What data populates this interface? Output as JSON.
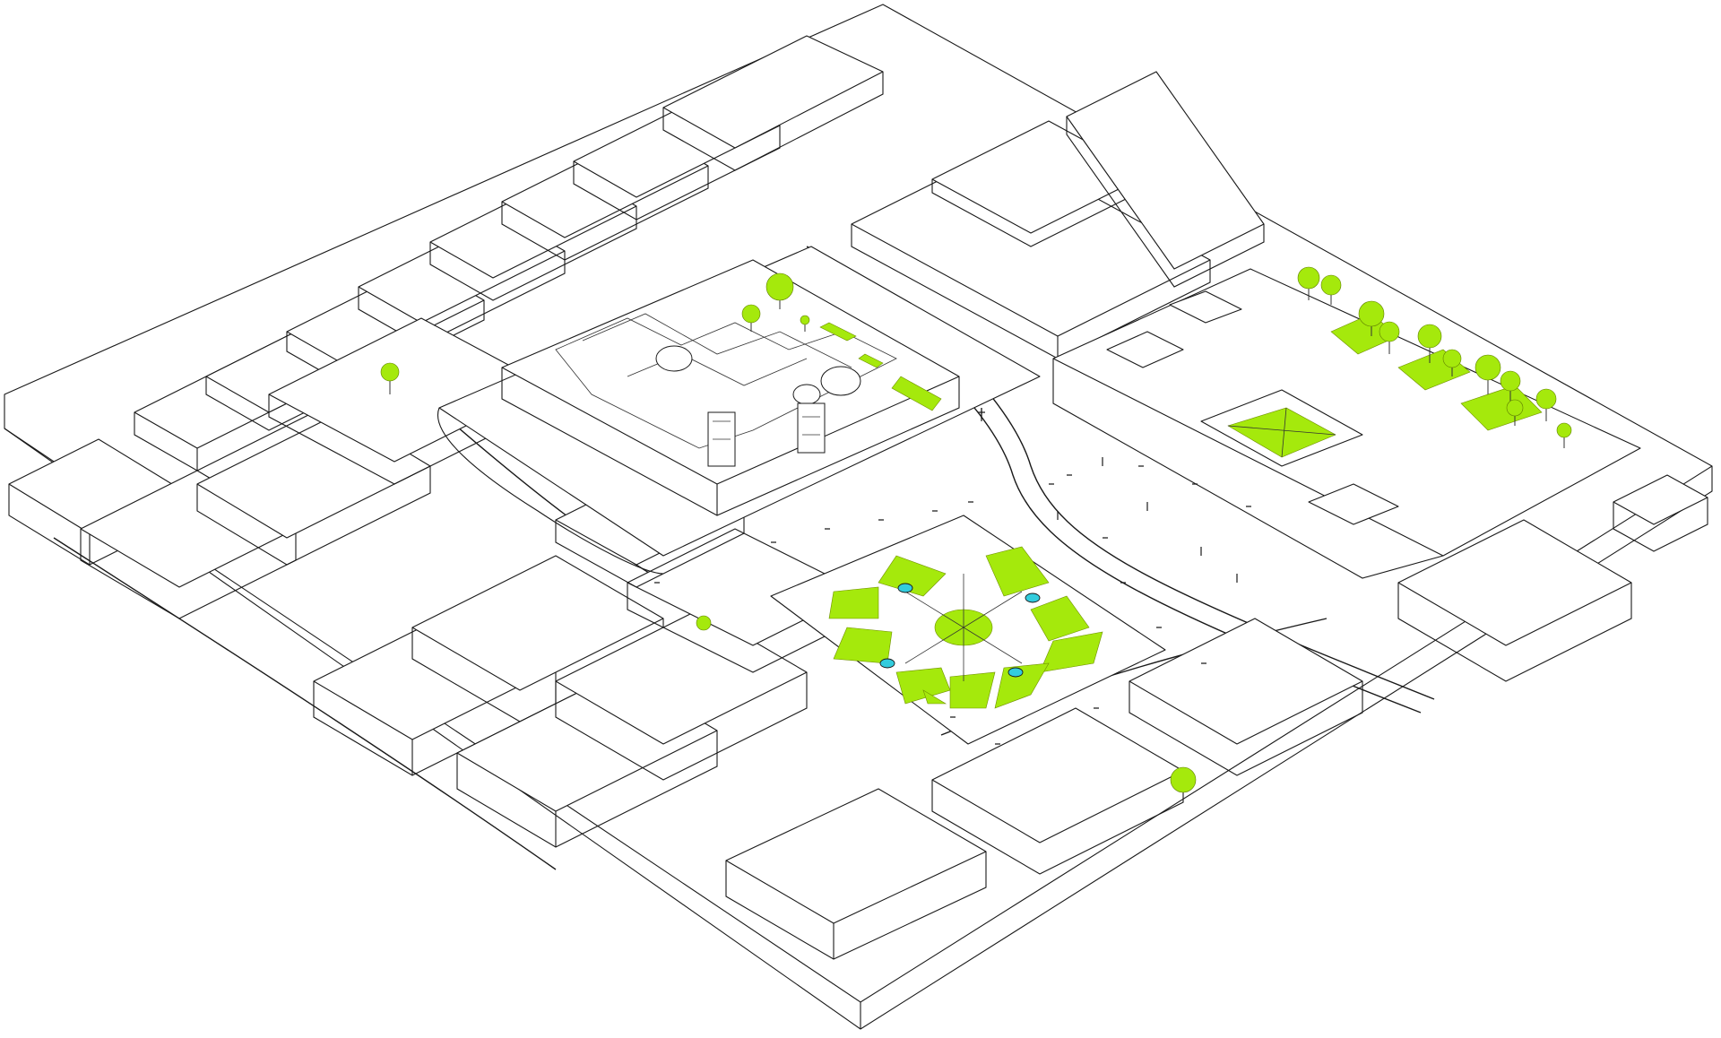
{
  "colors": {
    "green": "#a5e90c",
    "water": "#33ccdd",
    "line": "#1a1a1a",
    "background": "#ffffff"
  },
  "elements": {
    "cathedral": "cathedral-block",
    "main_square": "main-plaza-garden",
    "cloister": "convent-cloister-block",
    "trees": "green-tree-icons",
    "fountains": "cyan-fountain-icons"
  }
}
